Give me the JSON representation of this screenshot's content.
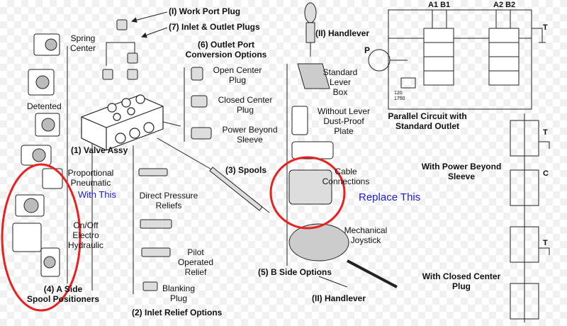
{
  "labels": {
    "work_port_plug": "(I) Work Port Plug",
    "inlet_outlet_plugs": "(7) Inlet & Outlet Plugs",
    "spring_center_1": "Spring",
    "spring_center_2": "Center",
    "detented": "Detented",
    "outlet_port_1": "(6) Outlet Port",
    "outlet_port_2": "Conversion Options",
    "open_center_1": "Open Center",
    "open_center_2": "Plug",
    "closed_center_1": "Closed Center",
    "closed_center_2": "Plug",
    "power_beyond_1": "Power Beyond",
    "power_beyond_2": "Sleeve",
    "valve_assy": "(1) Valve Assy",
    "spools": "(3) Spools",
    "proportional_1": "Proportional",
    "proportional_2": "Pneumatic",
    "with_this": "With This",
    "direct_pressure_1": "Direct Pressure",
    "direct_pressure_2": "Reliefs",
    "onoff_1": "On/Off",
    "onoff_2": "Electro",
    "onoff_3": "Hydraulic",
    "pilot_1": "Pilot",
    "pilot_2": "Operated",
    "pilot_3": "Relief",
    "blanking_1": "Blanking",
    "blanking_2": "Plug",
    "a_side_1": "(4) A Side",
    "a_side_2": "Spool Positioners",
    "inlet_relief": "(2) Inlet Relief Options",
    "handlever_top": "(II) Handlever",
    "standard_lever_1": "Standard",
    "standard_lever_2": "Lever",
    "standard_lever_3": "Box",
    "without_lever_1": "Without Lever",
    "without_lever_2": "Dust-Proof",
    "without_lever_3": "Plate",
    "cable_1": "Cable",
    "cable_2": "Connections",
    "replace_this": "Replace This",
    "mechanical_1": "Mechanical",
    "mechanical_2": "Joystick",
    "b_side": "(5) B Side Options",
    "handlever_bottom": "(II) Handlever",
    "schematic_a1b1": "A1 B1",
    "schematic_a2b2": "A2 B2",
    "schematic_p": "P",
    "schematic_t1": "T",
    "schematic_120": "120",
    "schematic_1750": "1750",
    "parallel_1": "Parallel Circuit with",
    "parallel_2": "Standard Outlet",
    "schematic_t2": "T",
    "power_beyond_circuit_1": "With Power Beyond",
    "power_beyond_circuit_2": "Sleeve",
    "schematic_c": "C",
    "schematic_t3": "T",
    "closed_center_circuit_1": "With Closed Center",
    "closed_center_circuit_2": "Plug"
  },
  "colors": {
    "highlight_circle": "#e8201f",
    "blue_text": "#1a1ad8",
    "line": "#222222"
  }
}
